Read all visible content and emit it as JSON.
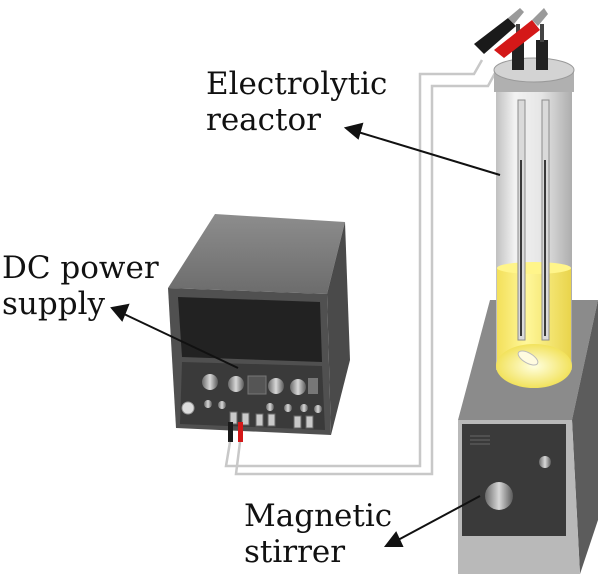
{
  "labels": {
    "reactor": [
      "Electrolytic",
      "reactor"
    ],
    "power": [
      "DC power",
      "supply"
    ],
    "stirrer": [
      "Magnetic",
      "stirrer"
    ]
  },
  "colors": {
    "device_top": "#7a7a7a",
    "device_front": "#3c3c3c",
    "display": "#2a2a2a",
    "solution": "#fff06a",
    "glass": "#dcdcdc",
    "clip_red": "#d41818",
    "clip_black": "#1a1a1a"
  }
}
